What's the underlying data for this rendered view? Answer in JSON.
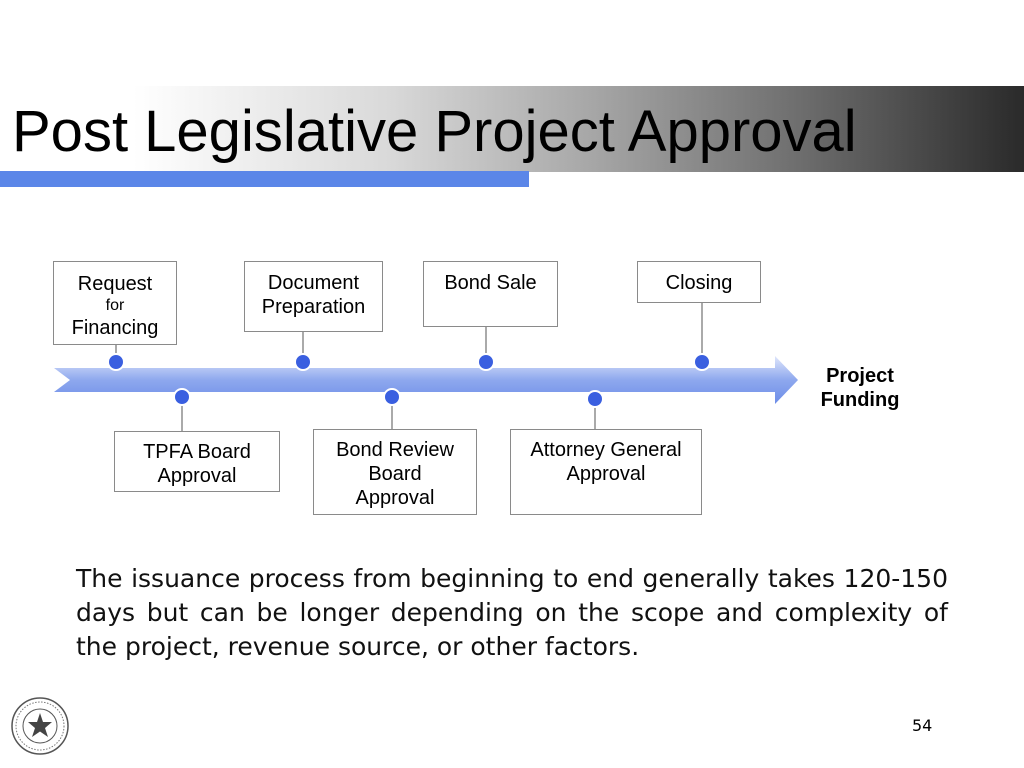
{
  "title": "Post Legislative Project Approval",
  "steps_top": [
    {
      "lines": [
        "Request"
      ],
      "small": "for",
      "lines2": [
        "Financing"
      ]
    },
    {
      "lines": [
        "Document",
        "Preparation"
      ]
    },
    {
      "lines": [
        "Bond Sale"
      ]
    },
    {
      "lines": [
        "Closing"
      ]
    }
  ],
  "steps_bottom": [
    {
      "lines": [
        "TPFA Board",
        "Approval"
      ]
    },
    {
      "lines": [
        "Bond Review",
        "Board",
        "Approval"
      ]
    },
    {
      "lines": [
        "Attorney General",
        "Approval"
      ]
    }
  ],
  "end_label": [
    "Project",
    "Funding"
  ],
  "body_text": "The issuance process from beginning to end generally takes 120-150 days but can be longer depending on the scope and complexity of the project, revenue source, or other factors.",
  "page_number": "54",
  "colors": {
    "accent": "#5b86e8",
    "dot": "#3a5fe0",
    "arrow_light": "#c8d4f8",
    "arrow_dark": "#6d8de8"
  }
}
